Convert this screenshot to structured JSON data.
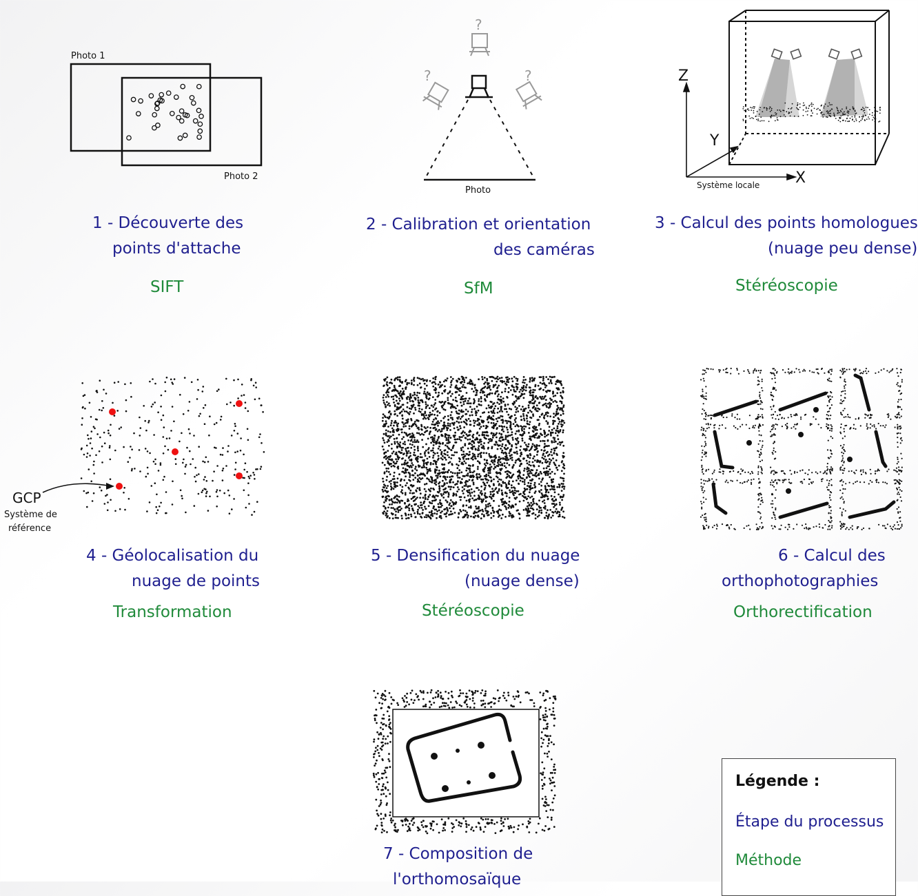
{
  "steps": [
    {
      "title_1": "1 - Découverte des",
      "title_2": "points d'attache",
      "method": "SIFT"
    },
    {
      "title_1": "2 - Calibration et orientation",
      "title_2": "des caméras",
      "method": "SfM"
    },
    {
      "title_1": "3 - Calcul des points homologues",
      "title_2": "(nuage peu dense)",
      "method": "Stéréoscopie"
    },
    {
      "title_1": "4 - Géolocalisation du",
      "title_2": "nuage de points",
      "method": "Transformation"
    },
    {
      "title_1": "5 - Densification du nuage",
      "title_2": "(nuage dense)",
      "method": "Stéréoscopie"
    },
    {
      "title_1": "6 - Calcul des",
      "title_2": "orthophotographies",
      "method": "Orthorectification"
    },
    {
      "title_1": "7 - Composition de",
      "title_2": "l'orthomosaïque",
      "method": ""
    }
  ],
  "figures": {
    "photo1": "Photo 1",
    "photo2": "Photo 2",
    "photo": "Photo",
    "question": "?",
    "axis_z": "Z",
    "axis_y": "Y",
    "axis_x": "X",
    "local_system": "Système locale",
    "gcp": "GCP",
    "ref_system_1": "Système de",
    "ref_system_2": "référence"
  },
  "legend": {
    "title": "Légende :",
    "step": "Étape du processus",
    "method": "Méthode"
  },
  "colors": {
    "step": "#1f1f8f",
    "method": "#1f8a3a",
    "gcp": "#ee1111"
  }
}
